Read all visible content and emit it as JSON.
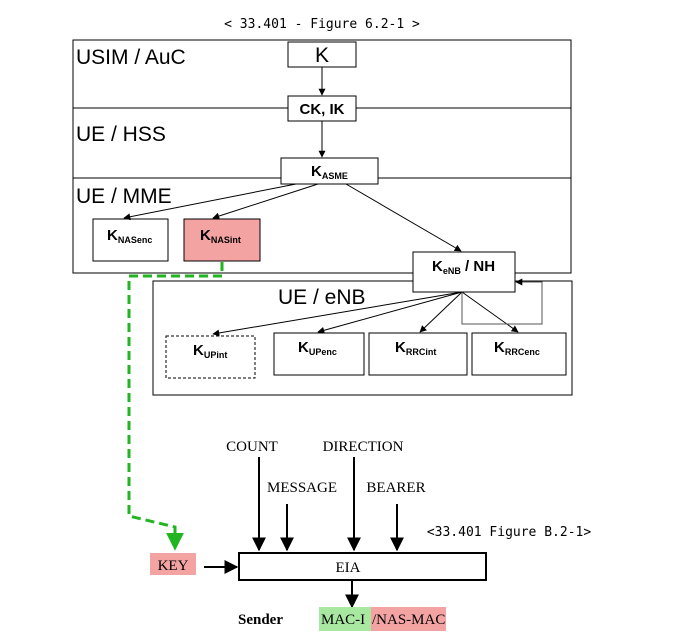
{
  "captions": {
    "top": "< 33.401 - Figure 6.2-1 >",
    "bottom": "<33.401 Figure B.2-1>"
  },
  "regions": {
    "usim": "USIM / AuC",
    "hss": "UE / HSS",
    "mme": "UE / MME",
    "enb": "UE / eNB"
  },
  "keys": {
    "k": "K",
    "ck_ik": "CK, IK",
    "kasme": {
      "main": "K",
      "sub": "ASME"
    },
    "knasenc": {
      "main": "K",
      "sub": "NASenc"
    },
    "knasint": {
      "main": "K",
      "sub": "NASint"
    },
    "kenb": {
      "main": "K",
      "sub": "eNB",
      "suffix": " / NH"
    },
    "kupint": {
      "main": "K",
      "sub": "UPint"
    },
    "kupenc": {
      "main": "K",
      "sub": "UPenc"
    },
    "krrcint": {
      "main": "K",
      "sub": "RRCint"
    },
    "krrcenc": {
      "main": "K",
      "sub": "RRCenc"
    }
  },
  "eia": {
    "inputs": {
      "count": "COUNT",
      "message": "MESSAGE",
      "direction": "DIRECTION",
      "bearer": "BEARER"
    },
    "key_label": "KEY",
    "block_label": "EIA",
    "sender_label": "Sender",
    "mac_i": "MAC-I",
    "nas_mac": "/NAS-MAC"
  },
  "colors": {
    "highlight_red": "#f4a3a3",
    "highlight_green": "#a8e8a0",
    "dashed_green": "#22b522"
  }
}
